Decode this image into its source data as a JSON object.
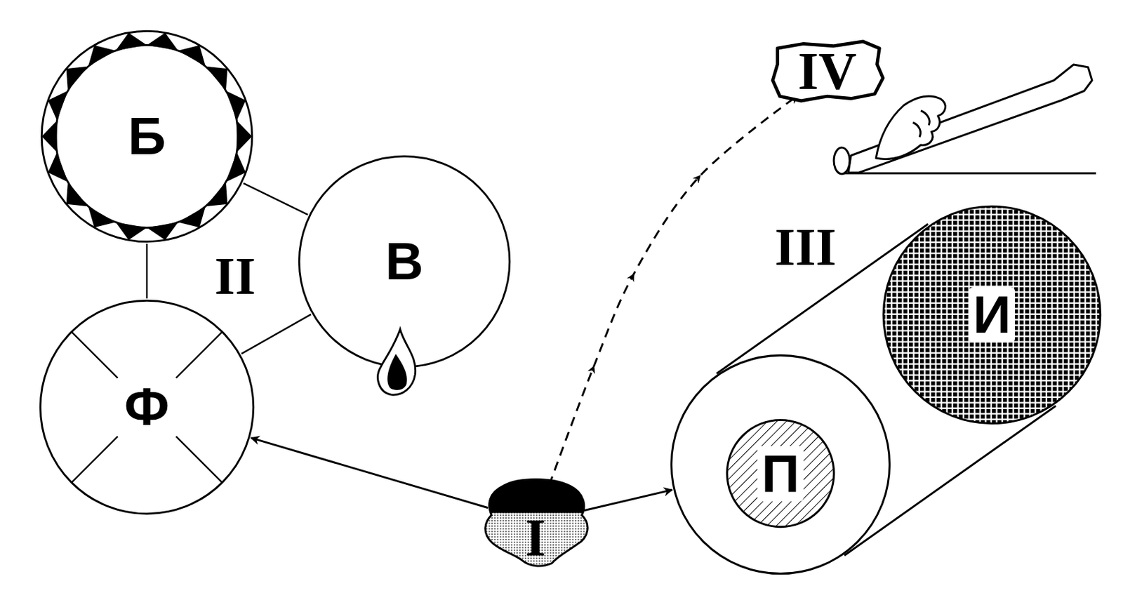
{
  "diagram": {
    "nodes": [
      {
        "text": [
          "Б"
        ]
      },
      {
        "text": [
          "В"
        ]
      },
      {
        "text": [
          "Ф"
        ]
      },
      {
        "text": [
          "I"
        ]
      },
      {
        "text": [
          "IV"
        ]
      },
      {
        "text": [
          "П"
        ]
      },
      {
        "text": [
          "И"
        ]
      }
    ],
    "edges": [
      {
        "from": 0,
        "to": 1,
        "arrow": "none"
      },
      {
        "from": 0,
        "to": 2,
        "arrow": "none"
      },
      {
        "from": 1,
        "to": 2,
        "arrow": "none"
      },
      {
        "from": 3,
        "to": 2,
        "arrow": "to"
      },
      {
        "from": 3,
        "to": 4,
        "arrow": "to"
      },
      {
        "from": 3,
        "to": 5,
        "arrow": "to"
      }
    ],
    "labels": [
      "II",
      "III"
    ]
  }
}
